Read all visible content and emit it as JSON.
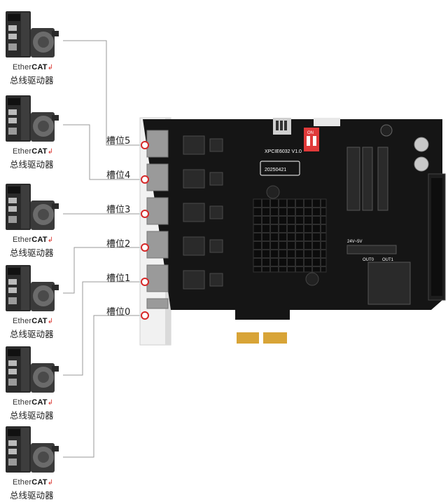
{
  "drives": [
    {
      "brand_prefix": "Ether",
      "brand_suffix": "CAT",
      "label": "总线驱动器"
    },
    {
      "brand_prefix": "Ether",
      "brand_suffix": "CAT",
      "label": "总线驱动器"
    },
    {
      "brand_prefix": "Ether",
      "brand_suffix": "CAT",
      "label": "总线驱动器"
    },
    {
      "brand_prefix": "Ether",
      "brand_suffix": "CAT",
      "label": "总线驱动器"
    },
    {
      "brand_prefix": "Ether",
      "brand_suffix": "CAT",
      "label": "总线驱动器"
    },
    {
      "brand_prefix": "Ether",
      "brand_suffix": "CAT",
      "label": "总线驱动器"
    }
  ],
  "slots": [
    "槽位5",
    "槽位4",
    "槽位3",
    "槽位2",
    "槽位1",
    "槽位0"
  ],
  "board": {
    "model": "XPCIE6032 V1.0",
    "date_code": "20250421",
    "dip_label": "ON",
    "power_label": "24V~5V",
    "out0_label": "OUT0",
    "out1_label": "OUT1",
    "pcb_color": "#151515",
    "heatsink_color": "#0c0c0c",
    "gold_finger_color": "#d8a437",
    "dip_switch_color": "#e03a3a",
    "led_color": "#d62828"
  }
}
